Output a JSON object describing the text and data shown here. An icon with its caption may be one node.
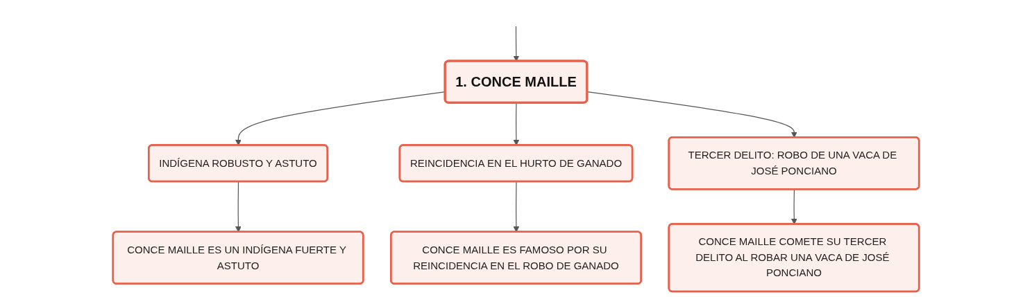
{
  "diagram": {
    "nodes": [
      {
        "text": [
          "1. CONCE MAILLE"
        ]
      },
      {
        "text": [
          "INDÍGENA ROBUSTO Y ASTUTO"
        ]
      },
      {
        "text": [
          "REINCIDENCIA EN EL HURTO DE GANADO"
        ]
      },
      {
        "text": [
          "TERCER DELITO: ROBO DE UNA VACA DE JOSÉ PONCIANO"
        ]
      },
      {
        "text": [
          "CONCE MAILLE ES UN INDÍGENA FUERTE Y ASTUTO"
        ]
      },
      {
        "text": [
          "CONCE MAILLE ES FAMOSO POR SU REINCIDENCIA EN EL ROBO DE GANADO"
        ]
      },
      {
        "text": [
          "CONCE MAILLE COMETE SU TERCER DELITO AL ROBAR UNA VACA DE JOSÉ PONCIANO"
        ]
      }
    ],
    "edges": [
      {
        "from": null,
        "to": 0,
        "arrow": "to"
      },
      {
        "from": 0,
        "to": 1,
        "arrow": "to"
      },
      {
        "from": 0,
        "to": 2,
        "arrow": "to"
      },
      {
        "from": 0,
        "to": 3,
        "arrow": "to"
      },
      {
        "from": 1,
        "to": 4,
        "arrow": "to"
      },
      {
        "from": 2,
        "to": 5,
        "arrow": "to"
      },
      {
        "from": 3,
        "to": 6,
        "arrow": "to"
      }
    ]
  }
}
